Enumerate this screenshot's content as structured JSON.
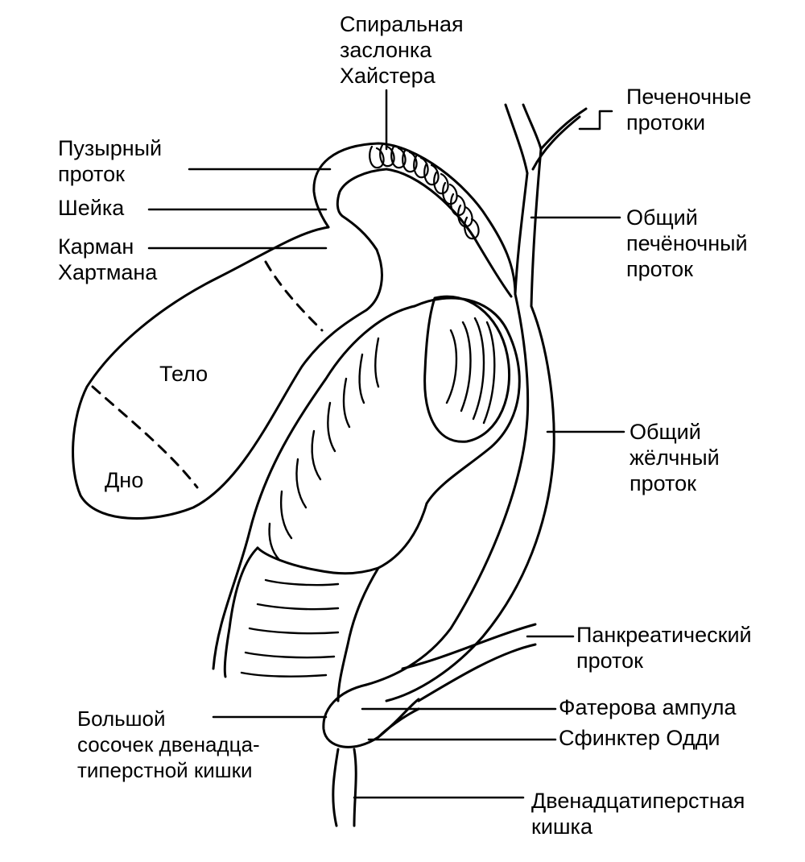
{
  "labels": {
    "heister_valve": [
      "Спиральная",
      "заслонка",
      "Хайстера"
    ],
    "hepatic_ducts": [
      "Печеночные",
      "протоки"
    ],
    "cystic_duct": [
      "Пузырный",
      "проток"
    ],
    "neck": [
      "Шейка"
    ],
    "hartmann_pouch": [
      "Карман",
      "Хартмана"
    ],
    "common_hepatic_duct": [
      "Общий",
      "печёночный",
      "проток"
    ],
    "body": [
      "Тело"
    ],
    "fundus": [
      "Дно"
    ],
    "common_bile_duct": [
      "Общий",
      "жёлчный",
      "проток"
    ],
    "pancreatic_duct": [
      "Панкреатический",
      "проток"
    ],
    "vater_ampulla": [
      "Фатерова ампула"
    ],
    "oddi_sphincter": [
      "Сфинктер Одди"
    ],
    "major_papilla": [
      "Большой",
      "сосочек двенадца-",
      "типерстной кишки"
    ],
    "duodenum": [
      "Двенадцатиперстная",
      "кишка"
    ]
  },
  "colors": {
    "ink": "#000000",
    "paper": "#ffffff"
  }
}
